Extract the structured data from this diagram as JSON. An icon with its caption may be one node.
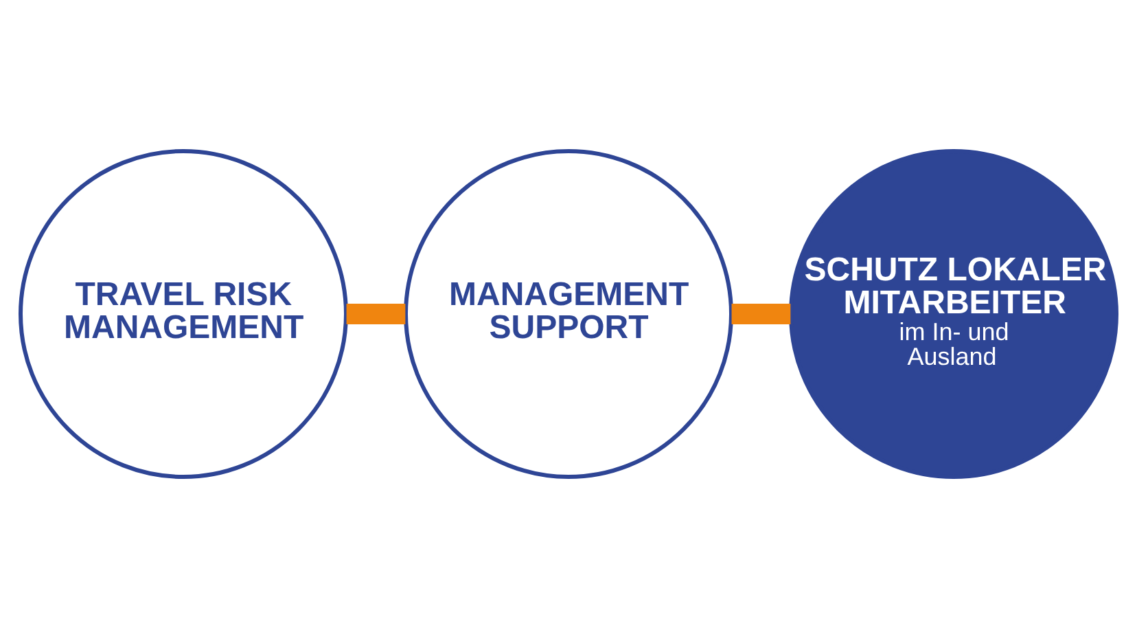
{
  "diagram": {
    "nodes": [
      {
        "text": [
          "TRAVEL RISK MANAGEMENT"
        ]
      },
      {
        "text": [
          "MANAGEMENT SUPPORT"
        ]
      },
      {
        "text": [
          "SCHUTZ LOKALER MITARBEITER",
          "im In- und Ausland"
        ]
      }
    ],
    "edges": [
      {
        "from": 0,
        "to": 1,
        "arrow": "none",
        "color": "#f0850f"
      },
      {
        "from": 1,
        "to": 2,
        "arrow": "none",
        "color": "#f0850f"
      }
    ]
  }
}
